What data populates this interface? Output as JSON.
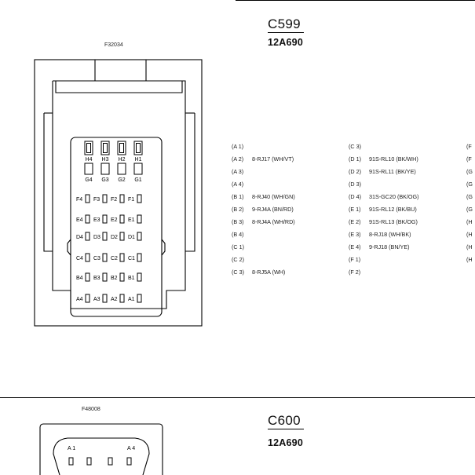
{
  "connector1": {
    "title": "C599",
    "part_number": "12A690",
    "figure_id": "F32034",
    "top_row_labels": [
      "H4",
      "H3",
      "H2",
      "H1"
    ],
    "g_row_labels": [
      "G4",
      "G3",
      "G2",
      "G1"
    ],
    "pin_rows": [
      [
        "F4",
        "F3",
        "F2",
        "F1"
      ],
      [
        "E4",
        "E3",
        "E2",
        "E1"
      ],
      [
        "D4",
        "D3",
        "D2",
        "D1"
      ],
      [
        "C4",
        "C3",
        "C2",
        "C1"
      ],
      [
        "B4",
        "B3",
        "B2",
        "B1"
      ],
      [
        "A4",
        "A3",
        "A2",
        "A1"
      ]
    ],
    "columns": [
      [
        {
          "pin": "(A 1)",
          "circuit": ""
        },
        {
          "pin": "(A 2)",
          "circuit": "8-RJ17 (WH/VT)"
        },
        {
          "pin": "(A 3)",
          "circuit": ""
        },
        {
          "pin": "(A 4)",
          "circuit": ""
        },
        {
          "pin": "(B 1)",
          "circuit": "8-RJ40 (WH/GN)"
        },
        {
          "pin": "(B 2)",
          "circuit": "9-RJ4A (BN/RD)"
        },
        {
          "pin": "(B 3)",
          "circuit": "8-RJ4A (WH/RD)"
        },
        {
          "pin": "(B 4)",
          "circuit": ""
        },
        {
          "pin": "(C 1)",
          "circuit": ""
        },
        {
          "pin": "(C 2)",
          "circuit": ""
        },
        {
          "pin": "(C 3)",
          "circuit": "8-RJ5A (WH)"
        }
      ],
      [
        {
          "pin": "(C 3)",
          "circuit": ""
        },
        {
          "pin": "(D 1)",
          "circuit": "91S-RL10 (BK/WH)"
        },
        {
          "pin": "(D 2)",
          "circuit": "91S-RL11 (BK/YE)"
        },
        {
          "pin": "(D 3)",
          "circuit": ""
        },
        {
          "pin": "(D 4)",
          "circuit": "31S-GC20 (BK/OG)"
        },
        {
          "pin": "(E 1)",
          "circuit": "91S-RL12 (BK/BU)"
        },
        {
          "pin": "(E 2)",
          "circuit": "91S-RL13 (BK/OG)"
        },
        {
          "pin": "(E 3)",
          "circuit": "8-RJ18 (WH/BK)"
        },
        {
          "pin": "(E 4)",
          "circuit": "9-RJ18 (BN/YE)"
        },
        {
          "pin": "(F 1)",
          "circuit": ""
        },
        {
          "pin": "(F 2)",
          "circuit": ""
        }
      ],
      [
        {
          "pin": "(F",
          "circuit": ""
        },
        {
          "pin": "(F",
          "circuit": ""
        },
        {
          "pin": "(G",
          "circuit": ""
        },
        {
          "pin": "(G",
          "circuit": ""
        },
        {
          "pin": "(G",
          "circuit": ""
        },
        {
          "pin": "(G",
          "circuit": ""
        },
        {
          "pin": "(H",
          "circuit": ""
        },
        {
          "pin": "(H",
          "circuit": ""
        },
        {
          "pin": "(H",
          "circuit": ""
        },
        {
          "pin": "(H",
          "circuit": ""
        }
      ]
    ]
  },
  "connector2": {
    "title": "C600",
    "part_number": "12A690",
    "figure_id": "F48008",
    "corner_labels": [
      "A 1",
      "A 4"
    ]
  }
}
